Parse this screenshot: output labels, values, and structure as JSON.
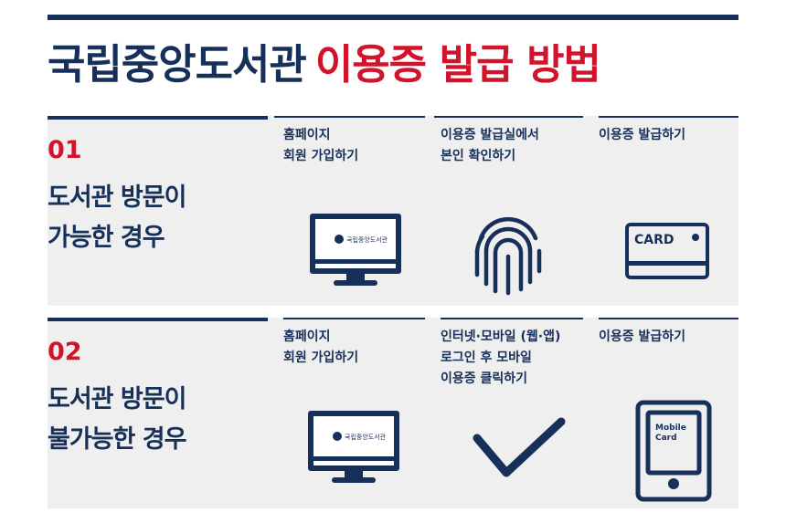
{
  "title": {
    "part1": "국립중앙도서관",
    "part2": "이용증 발급 방법"
  },
  "sections": [
    {
      "number": "01",
      "lead": [
        "도서관 방문이",
        "가능한 경우"
      ],
      "steps": [
        {
          "lines": [
            "홈페이지",
            "회원 가입하기"
          ],
          "icon": "monitor-icon",
          "screen_text": "국립중앙도서관"
        },
        {
          "lines": [
            "이용증 발급실에서",
            "본인 확인하기"
          ],
          "icon": "fingerprint-icon"
        },
        {
          "lines": [
            "이용증 발급하기"
          ],
          "icon": "card-icon",
          "icon_text": "CARD"
        }
      ]
    },
    {
      "number": "02",
      "lead": [
        "도서관 방문이",
        "불가능한 경우"
      ],
      "steps": [
        {
          "lines": [
            "홈페이지",
            "회원 가입하기"
          ],
          "icon": "monitor-icon",
          "screen_text": "국립중앙도서관"
        },
        {
          "lines": [
            "인터넷·모바일 (웹·앱)",
            "로그인 후 모바일",
            "이용증 클릭하기"
          ],
          "icon": "checkmark-icon"
        },
        {
          "lines": [
            "이용증 발급하기"
          ],
          "icon": "mobile-card-icon",
          "icon_text": [
            "Mobile",
            "Card"
          ]
        }
      ]
    }
  ],
  "colors": {
    "navy": "#17305a",
    "red": "#d0142c",
    "panel": "#efefef"
  }
}
